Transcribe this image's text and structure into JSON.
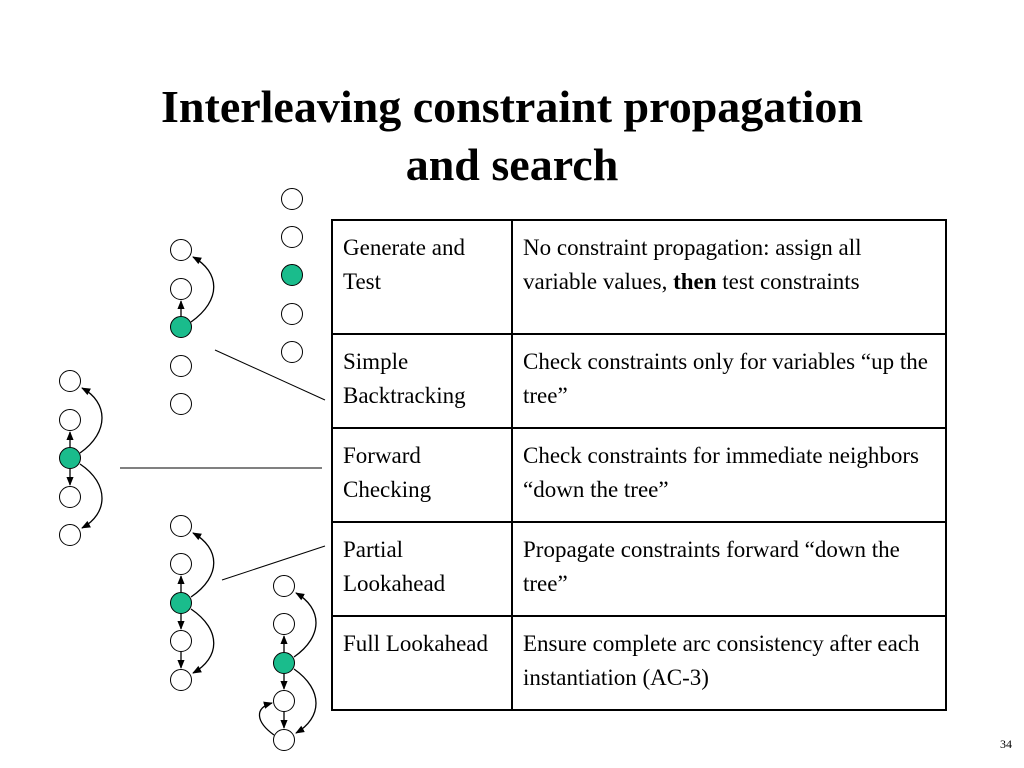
{
  "slide": {
    "title_line1": "Interleaving constraint propagation",
    "title_line2": "and search",
    "page_number": "34"
  },
  "table": {
    "rows": [
      {
        "name": "Generate and Test",
        "desc_before": "No constraint propagation: assign all variable values, ",
        "desc_bold": "then",
        "desc_after": " test constraints"
      },
      {
        "name": "Simple Backtracking",
        "desc_before": "Check constraints only for variables “up the tree”",
        "desc_bold": "",
        "desc_after": ""
      },
      {
        "name": "Forward Checking",
        "desc_before": "Check constraints for immediate neighbors “down the tree”",
        "desc_bold": "",
        "desc_after": ""
      },
      {
        "name": "Partial Lookahead",
        "desc_before": "Propagate constraints forward “down the tree”",
        "desc_bold": "",
        "desc_after": ""
      },
      {
        "name": "Full Lookahead",
        "desc_before": "Ensure complete arc consistency after each instantiation (AC-3)",
        "desc_bold": "",
        "desc_after": ""
      }
    ]
  },
  "colors": {
    "active_node": "#1abc8c",
    "node_stroke": "#000000",
    "inactive_node": "#ffffff"
  },
  "diagram": {
    "node_count_per_chain": 5,
    "active_index": 2
  }
}
